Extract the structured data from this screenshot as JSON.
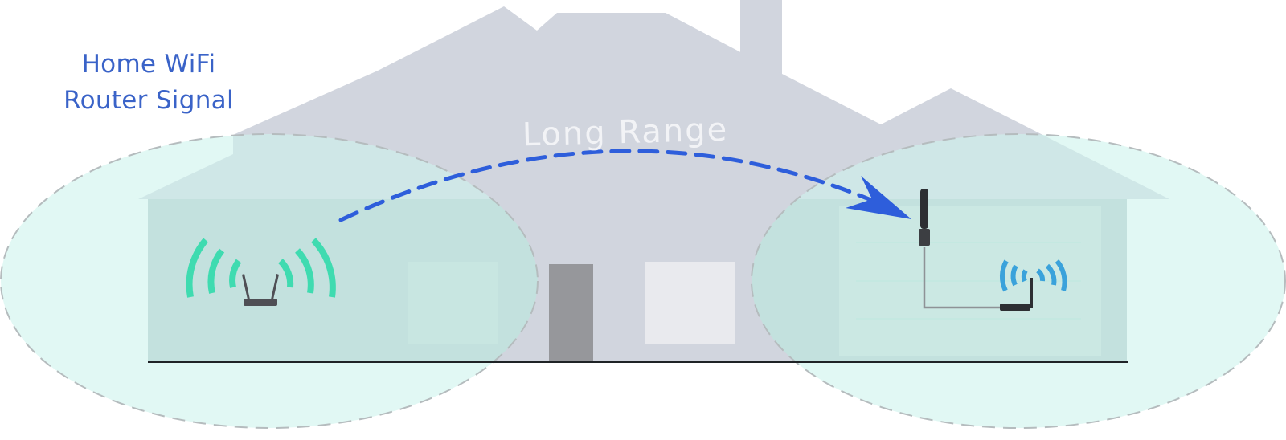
{
  "caption": {
    "line1": "Home WiFi",
    "line2": "Router Signal"
  },
  "range_label": "Long Range",
  "icons": {
    "router": "wifi-router-icon",
    "router_signal": "wifi-signal-waves-icon",
    "external_antenna": "antenna-icon",
    "extender": "wifi-extender-icon",
    "extender_signal": "wifi-signal-waves-icon",
    "arrow": "dashed-arrow-icon"
  },
  "colors": {
    "house": "#d1d5de",
    "coverage_zone": "#cdf4ec",
    "coverage_border": "#b5bcbe",
    "router_signal": "#3fdbb0",
    "extender_signal": "#3aa2db",
    "arrow": "#2e5edb",
    "caption": "#3a63c8",
    "range_label": "#f2f3f6",
    "device": "#4f4f55",
    "door": "#96979b",
    "ground_line": "#1f2326"
  }
}
